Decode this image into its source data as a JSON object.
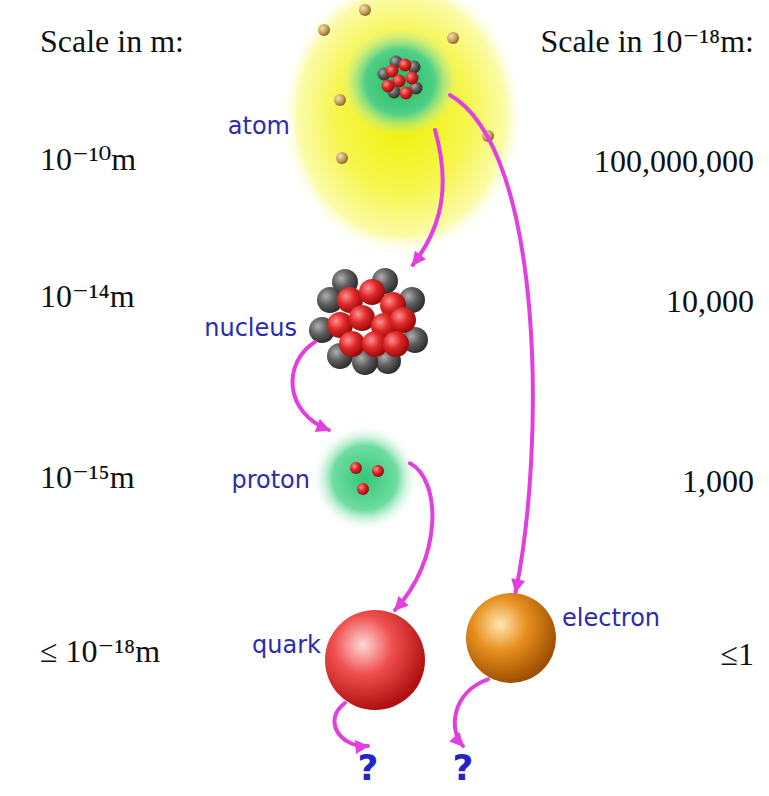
{
  "diagram": {
    "nodes": [
      {
        "text": [
          "atom"
        ]
      },
      {
        "text": [
          "nucleus"
        ]
      },
      {
        "text": [
          "proton"
        ]
      },
      {
        "text": [
          "quark"
        ]
      },
      {
        "text": [
          "electron"
        ]
      },
      {
        "text": [
          "?"
        ]
      },
      {
        "text": [
          "?"
        ]
      }
    ],
    "edges": [
      {
        "from": 0,
        "to": 1,
        "arrow": "to"
      },
      {
        "from": 0,
        "to": 4,
        "arrow": "to"
      },
      {
        "from": 1,
        "to": 2,
        "arrow": "to"
      },
      {
        "from": 2,
        "to": 3,
        "arrow": "to"
      },
      {
        "from": 3,
        "to": 5,
        "arrow": "to"
      },
      {
        "from": 4,
        "to": 6,
        "arrow": "to"
      }
    ],
    "labels": [
      "Scale in m:",
      "Scale in 10⁻¹⁸m:",
      "10⁻¹⁰m",
      "100,000,000",
      "10⁻¹⁴m",
      "10,000",
      "10⁻¹⁵m",
      "1,000",
      "≤ 10⁻¹⁸m",
      "≤1"
    ]
  }
}
